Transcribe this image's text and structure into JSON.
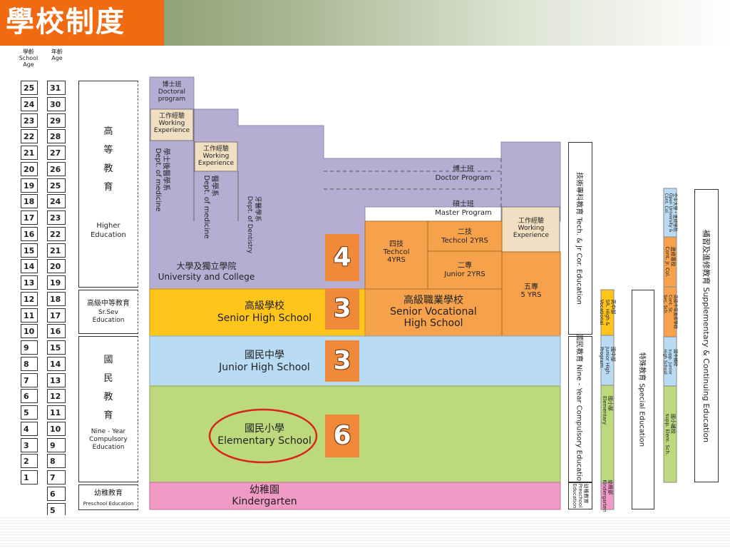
{
  "title": "學校制度",
  "headers": {
    "school_age": "學齡\nSchool Age",
    "age": "年齡\nAge"
  },
  "school_ages": [
    "25",
    "24",
    "23",
    "22",
    "21",
    "20",
    "19",
    "18",
    "17",
    "16",
    "15",
    "14",
    "13",
    "12",
    "11",
    "10",
    "9",
    "8",
    "7",
    "6",
    "5",
    "4",
    "3",
    "2",
    "1"
  ],
  "ages": [
    "31",
    "30",
    "29",
    "28",
    "27",
    "26",
    "25",
    "24",
    "23",
    "22",
    "21",
    "20",
    "19",
    "18",
    "17",
    "16",
    "15",
    "14",
    "13",
    "12",
    "11",
    "10",
    "9",
    "8",
    "7",
    "6",
    "5"
  ],
  "categories": {
    "higher_zh": "高\n等\n教\n育",
    "higher_en": "Higher\nEducation",
    "senior_zh": "高級中等教育",
    "senior_en": "Sr.Sev\nEducation",
    "compulsory_zh": "國\n民\n教\n育",
    "compulsory_en": "Nine - Year\nCompulsory\nEducation",
    "preschool_zh": "幼稚教育",
    "preschool_en": "Preschool Education"
  },
  "blocks": {
    "doctoral": "博士班\nDoctoral\nprogram",
    "work_exp1": "工作經驗\nWorking\nExperience",
    "work_exp2": "工作經驗\nWorking\nExperience",
    "post_bacc_med": "學士後醫學系\nDept. of medicine",
    "medicine": "醫學系\nDept. of medicine",
    "dentistry": "牙醫學系\nDept. of Dentistry",
    "doctor_program": "博士班\nDoctor Program",
    "master_program": "碩士班\nMaster Program",
    "university": "大學及獨立學院\nUniversity and College",
    "techcol4": "四技\nTechcol\n4YRS",
    "techcol2": "二技\nTechcol 2YRS",
    "junior2": "二專\nJunior 2YRS",
    "work_exp3": "工作經驗\nWorking\nExperience",
    "five_yrs": "五專\n5 YRS",
    "senior_high": "高級學校\nSenior High School",
    "senior_vocational": "高級職業學校\nSenior Vocational\nHigh School",
    "junior_high": "國民中學\nJunior High School",
    "elementary": "國民小學\nElementary School",
    "kindergarten": "幼稚園\nKindergarten"
  },
  "badges": {
    "univ": "4",
    "senior": "3",
    "junior": "3",
    "elem": "6"
  },
  "side": {
    "tech": "技術專科教育 Tech. & Jr Cor. Education",
    "nine_year": "國民教育 Nine - Year Compulsory Education",
    "preschool_v": "幼稚教育\nPreschool\nEducation",
    "special_ed": "特殊教育 Special Education",
    "special_sr": "高中部\nSR. High &\nVocational",
    "special_jr": "國中部\nJunior High\nProgram",
    "special_el": "國小部\nElementary",
    "special_kg": "幼稚部\nKindergarten",
    "open_univ": "空中大學・進修學院\nOpen University &\nCont. Col.",
    "cont_jr": "進修專校\nCont. Jr. Col.",
    "cont_sr": "高級中等進修學校\nCont. Sr.\nSec. Sch.",
    "supp_jr": "國中補校\nsupp. Junior\nHigh School",
    "supp_el": "國小補校\nsupp. Elem. Sch.",
    "supplementary": "補習及進修教育 Supplementary & Continuing Education"
  },
  "colors": {
    "purple": "#b5aed2",
    "orange": "#f6a24c",
    "yellow": "#ffc51a",
    "blue": "#b9dbf3",
    "green": "#bcd97c",
    "pink": "#f19ac6",
    "tan": "#f0dfc2",
    "badge": "#ef8a3a",
    "title_bg": "#ef6a10"
  }
}
